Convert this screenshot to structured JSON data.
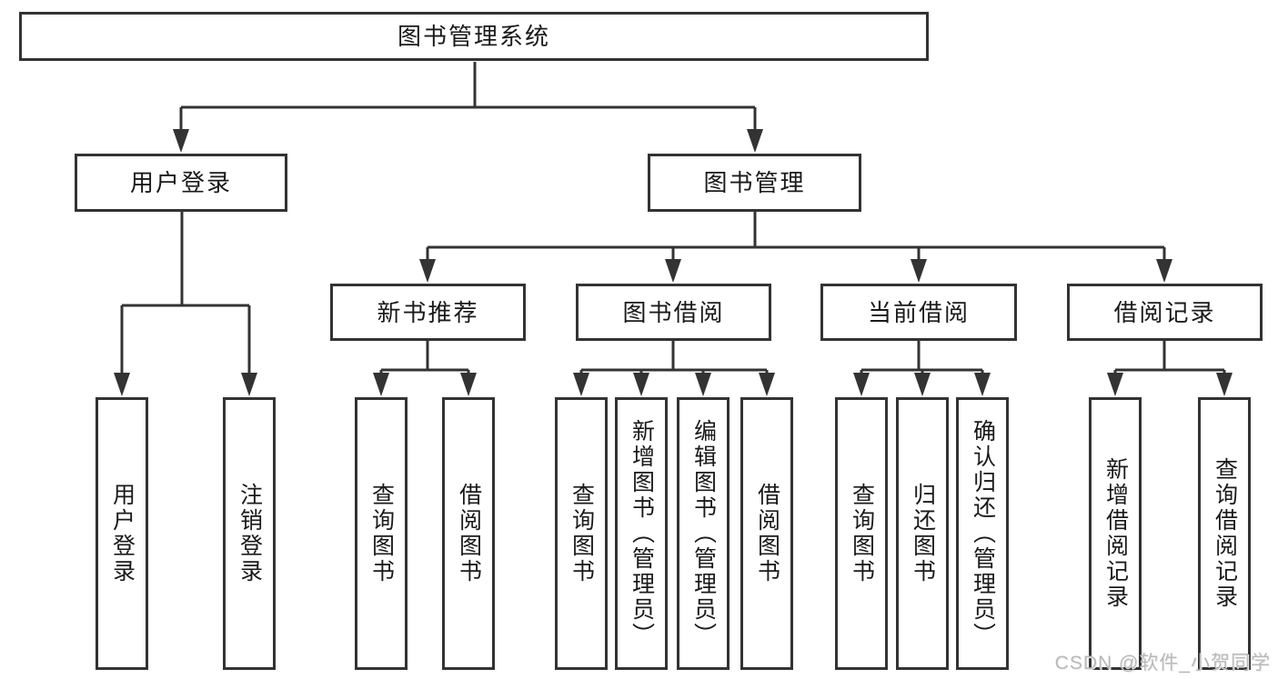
{
  "diagram": {
    "title": "图书管理系统",
    "branches": [
      {
        "label": "用户登录",
        "children": [
          "用户登录",
          "注销登录"
        ]
      },
      {
        "label": "图书管理",
        "groups": [
          {
            "label": "新书推荐",
            "children": [
              "查询图书",
              "借阅图书"
            ]
          },
          {
            "label": "图书借阅",
            "children": [
              "查询图书",
              "新增图书（管理员）",
              "编辑图书（管理员）",
              "借阅图书"
            ]
          },
          {
            "label": "当前借阅",
            "children": [
              "查询图书",
              "归还图书",
              "确认归还（管理员）"
            ]
          },
          {
            "label": "借阅记录",
            "children": [
              "新增借阅记录",
              "查询借阅记录"
            ]
          }
        ]
      }
    ]
  },
  "watermark": {
    "text": "CSDN @软件_小贺同学"
  },
  "colors": {
    "line": "#333333",
    "text": "#1a1a1a",
    "watermark": "#b9b9b9",
    "background": "#ffffff"
  }
}
